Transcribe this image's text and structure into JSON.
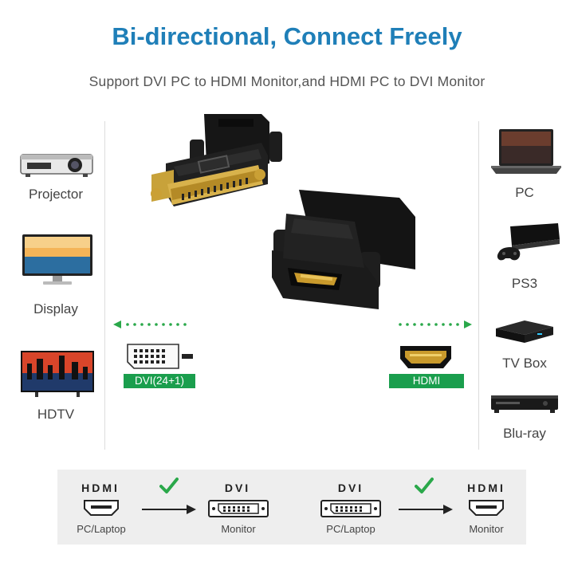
{
  "header": {
    "title": "Bi-directional, Connect Freely",
    "subtitle": "Support DVI PC to HDMI Monitor,and HDMI PC to DVI Monitor"
  },
  "left_devices": [
    {
      "label": "Projector",
      "icon": "projector-icon"
    },
    {
      "label": "Display",
      "icon": "monitor-icon"
    },
    {
      "label": "HDTV",
      "icon": "tv-icon"
    }
  ],
  "right_devices": [
    {
      "label": "PC",
      "icon": "laptop-icon"
    },
    {
      "label": "PS3",
      "icon": "game-console-icon"
    },
    {
      "label": "TV Box",
      "icon": "tv-box-icon"
    },
    {
      "label": "Blu-ray",
      "icon": "bluray-player-icon"
    }
  ],
  "ports": {
    "dvi_tag": "DVI(24+1)",
    "hdmi_tag": "HDMI"
  },
  "flows": [
    {
      "from_title": "HDMI",
      "from_sub": "PC/Laptop",
      "to_title": "DVI",
      "to_sub": "Monitor"
    },
    {
      "from_title": "DVI",
      "from_sub": "PC/Laptop",
      "to_title": "HDMI",
      "to_sub": "Monitor"
    }
  ],
  "colors": {
    "title": "#1f7fb8",
    "accent_green": "#1a9e4d",
    "check_green": "#2aa84a",
    "panel_bg": "#eeeeee"
  }
}
